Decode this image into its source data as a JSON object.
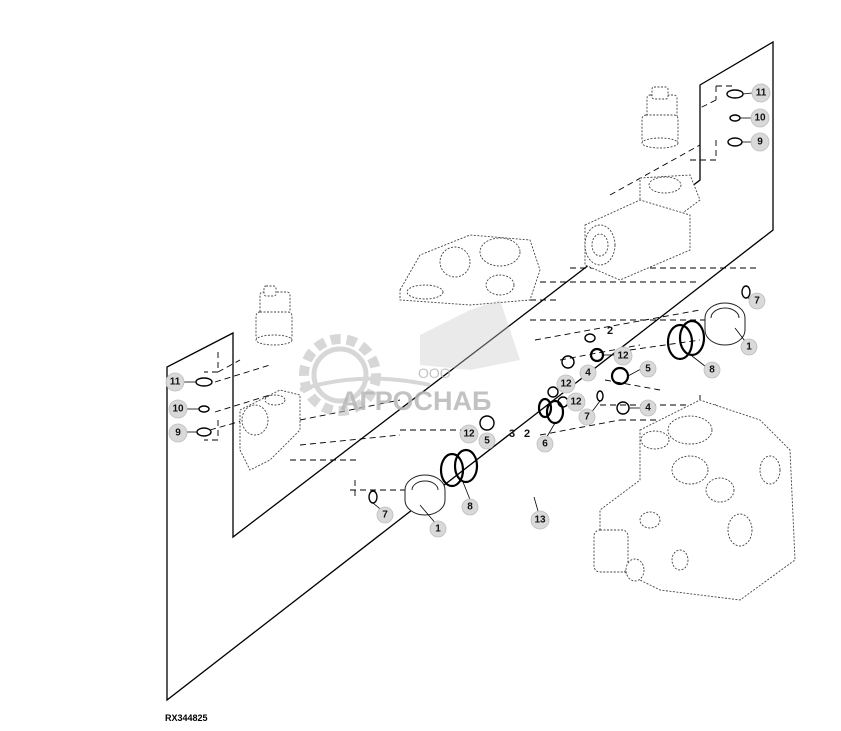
{
  "figure_code": "RX344825",
  "watermark": {
    "company_prefix": "ООО",
    "company_name": "АГРОСНАБ"
  },
  "callouts": {
    "c1_right": "1",
    "c1_left": "1",
    "c2_top": "2",
    "c2_mid": "2",
    "c3": "3",
    "c4_upper": "4",
    "c4_lower": "4",
    "c5_upper": "5",
    "c5_lower": "5",
    "c6": "6",
    "c7_right": "7",
    "c7_mid": "7",
    "c7_left": "7",
    "c8_right": "8",
    "c8_left": "8",
    "c9_right": "9",
    "c9_left": "9",
    "c10_right": "10",
    "c10_left": "10",
    "c11_right": "11",
    "c11_left": "11",
    "c12_upper": "12",
    "c12_mid": "12",
    "c12_mid2": "12",
    "c12_lower": "12",
    "c13": "13"
  },
  "colors": {
    "callout_fill": "#d9d9d9",
    "line": "#000000",
    "watermark": "#b8b8b8"
  }
}
